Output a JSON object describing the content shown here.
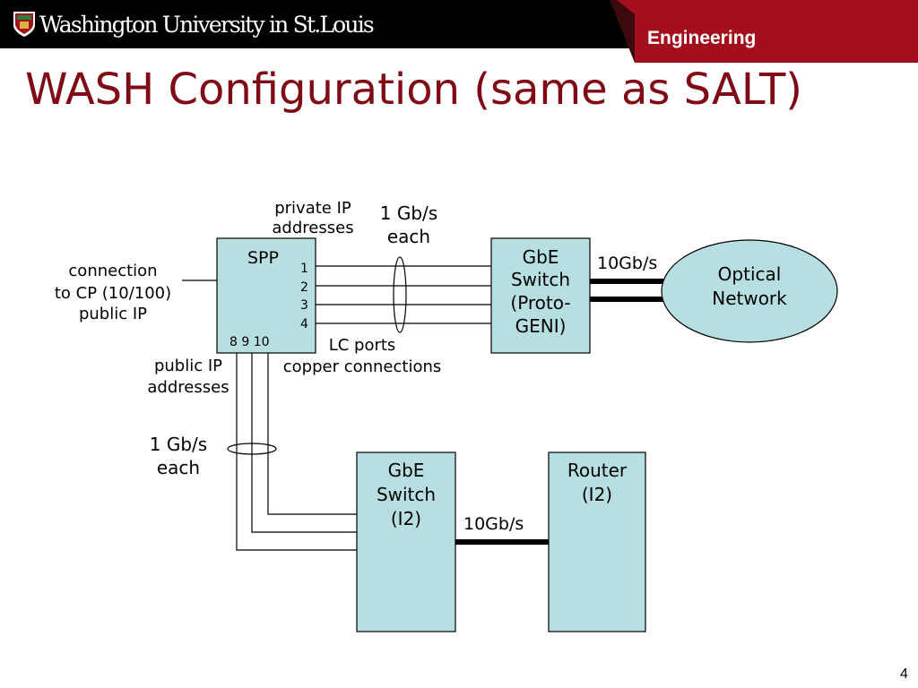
{
  "header": {
    "university": "Washington University in St.Louis",
    "tab_label": "Engineering",
    "colors": {
      "bar": "#000000",
      "accent": "#a30f1c",
      "title": "#7f0a16"
    }
  },
  "slide": {
    "title": "WASH Configuration (same as SALT)",
    "page_number": "4"
  },
  "diagram": {
    "box_fill": "#b7dfe2",
    "spp": {
      "label": "SPP",
      "ports_right": [
        "1",
        "2",
        "3",
        "4"
      ],
      "ports_bottom": "8 9 10"
    },
    "gbe_proto": {
      "lines": [
        "GbE",
        "Switch",
        "(Proto-",
        "GENI)"
      ]
    },
    "optical": {
      "lines": [
        "Optical",
        "Network"
      ]
    },
    "gbe_i2": {
      "lines": [
        "GbE",
        "Switch",
        "(I2)"
      ]
    },
    "router": {
      "lines": [
        "Router",
        "(I2)"
      ]
    },
    "labels": {
      "private_ip": [
        "private IP",
        "addresses"
      ],
      "speed_top": [
        "1 Gb/s",
        "each"
      ],
      "link_10g_top": "10Gb/s",
      "connection_cp": [
        "connection",
        "to CP (10/100)",
        "public IP"
      ],
      "lc_ports": [
        "LC ports",
        "copper connections"
      ],
      "public_ip": [
        "public IP",
        "addresses"
      ],
      "speed_left": [
        "1 Gb/s",
        "each"
      ],
      "link_10g_bottom": "10Gb/s"
    }
  }
}
